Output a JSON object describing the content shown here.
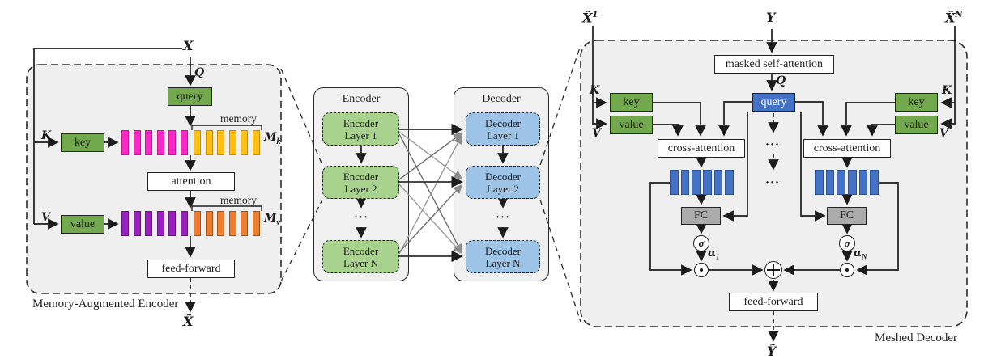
{
  "palette": {
    "panel-bg": "#efefef",
    "container-bg": "#f0f0f0",
    "green": "#72a94c",
    "light-green": "#a9d18e",
    "light-blue": "#9dc3e6",
    "blue": "#4472c4",
    "gray-fc": "#ababab",
    "pink": "#fa28c8",
    "yellow": "#ffc013",
    "purple": "#9a1fbf",
    "orange": "#ed7d31",
    "ink": "#1c1c1c"
  },
  "left_panel": {
    "caption": "Memory-Augmented Encoder",
    "input_label": "X",
    "output_label": "X̃",
    "q_label": "Q",
    "k_label": "K",
    "v_label": "V",
    "query_box": "query",
    "key_box": "key",
    "value_box": "value",
    "attention_box": "attention",
    "feedforward_box": "feed-forward",
    "memory_top_label": "memory",
    "memory_bottom_label": "memory",
    "mk": {
      "base": "M",
      "sub": "k"
    },
    "mv": {
      "base": "M",
      "sub": "v"
    }
  },
  "middle": {
    "encoder_title": "Encoder",
    "decoder_title": "Decoder",
    "encoder_dots": "···",
    "decoder_dots": "···",
    "encoder_layers": [
      {
        "line1": "Encoder",
        "line2": "Layer 1"
      },
      {
        "line1": "Encoder",
        "line2": "Layer 2"
      },
      {
        "line1": "Encoder",
        "line2": "Layer N"
      }
    ],
    "decoder_layers": [
      {
        "line1": "Decoder",
        "line2": "Layer 1"
      },
      {
        "line1": "Decoder",
        "line2": "Layer 2"
      },
      {
        "line1": "Decoder",
        "line2": "Layer N"
      }
    ]
  },
  "right_panel": {
    "caption": "Meshed Decoder",
    "x1": {
      "base": "X̃",
      "sup": "1"
    },
    "xn": {
      "base": "X̃",
      "sup": "N"
    },
    "y_label": "Y",
    "masked_box": "masked self-attention",
    "q_label": "Q",
    "query_box": "query",
    "dots_upper": "···",
    "dots_lower": "···",
    "left": {
      "k_label": "K",
      "v_label": "V",
      "key_box": "key",
      "value_box": "value",
      "cross_attention_box": "cross-attention",
      "fc_box": "FC",
      "sigma": "σ",
      "alpha": {
        "base": "α",
        "sub": "1"
      }
    },
    "right": {
      "k_label": "K",
      "v_label": "V",
      "key_box": "key",
      "value_box": "value",
      "cross_attention_box": "cross-attention",
      "fc_box": "FC",
      "sigma": "σ",
      "alpha": {
        "base": "α",
        "sub": "N"
      }
    },
    "feedforward_box": "feed-forward",
    "output_label": "Ỹ"
  }
}
